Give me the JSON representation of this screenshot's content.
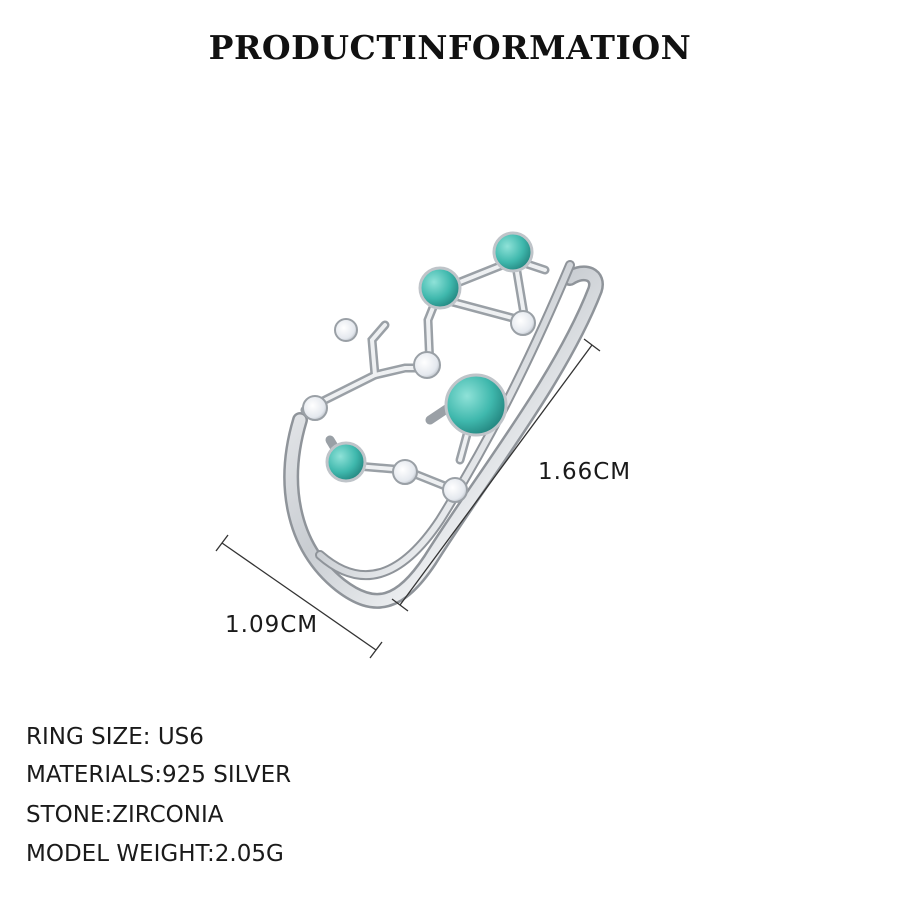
{
  "header": {
    "title": "PRODUCTINFORMATION"
  },
  "dimensions": {
    "height_label": "1.66CM",
    "width_label": "1.09CM"
  },
  "specs": [
    {
      "text": "RING SIZE: US6"
    },
    {
      "text": "MATERIALS:925 SILVER"
    },
    {
      "text": "STONE:ZIRCONIA"
    },
    {
      "text": "MODEL WEIGHT:2.05G"
    }
  ],
  "colors": {
    "silver": "#d9dce0",
    "turquoise": "#4cc2b8",
    "zircon": "#f2f4f7"
  }
}
